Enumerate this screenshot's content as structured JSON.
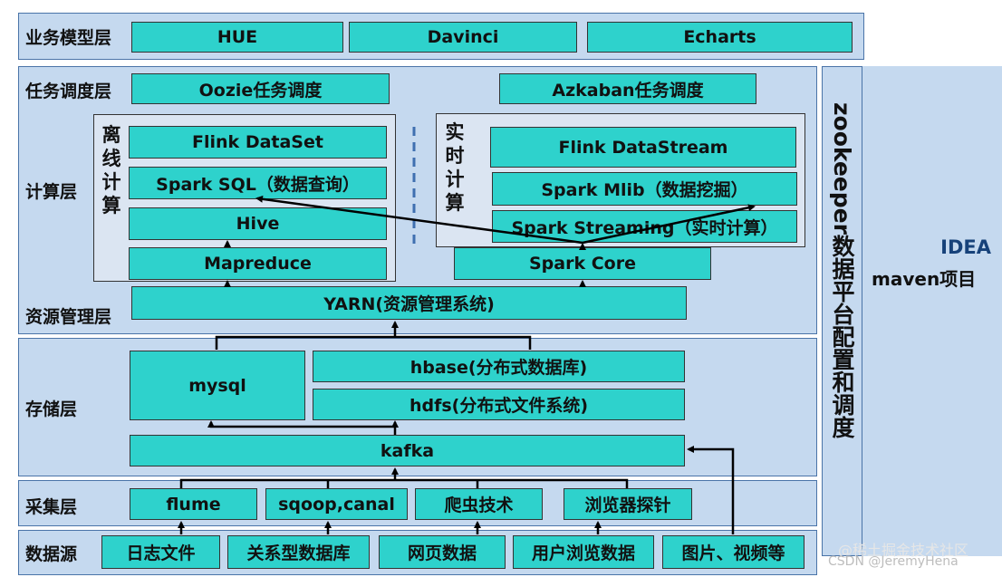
{
  "layers": {
    "business": "业务模型层",
    "scheduling": "任务调度层",
    "compute": "计算层",
    "resource": "资源管理层",
    "storage": "存储层",
    "collection": "采集层",
    "datasource": "数据源"
  },
  "business_boxes": [
    "HUE",
    "Davinci",
    "Echarts"
  ],
  "scheduling_boxes": [
    "Oozie任务调度",
    "Azkaban任务调度"
  ],
  "offline": {
    "label": "离线计算",
    "boxes": [
      "Flink DataSet",
      "Spark SQL（数据查询）",
      "Hive",
      "Mapreduce"
    ]
  },
  "realtime": {
    "label": "实时计算",
    "boxes": [
      "Flink DataStream",
      "Spark Mlib（数据挖掘）",
      "Spark Streaming（实时计算）"
    ],
    "core": "Spark Core"
  },
  "yarn": "YARN(资源管理系统)",
  "storage_boxes": {
    "mysql": "mysql",
    "hbase": "hbase(分布式数据库)",
    "hdfs": "hdfs(分布式文件系统)",
    "kafka": "kafka"
  },
  "collection_boxes": [
    "flume",
    "sqoop,canal",
    "爬虫技术",
    "浏览器探针"
  ],
  "source_boxes": [
    "日志文件",
    "关系型数据库",
    "网页数据",
    "用户浏览数据",
    "图片、视频等"
  ],
  "zookeeper": "zookeeper数据平台配置和调度",
  "idea": "IDEA",
  "maven": "maven项目",
  "watermark_line1": "@稀土掘金技术社区",
  "watermark_line2": "CSDN @JeremyHena"
}
